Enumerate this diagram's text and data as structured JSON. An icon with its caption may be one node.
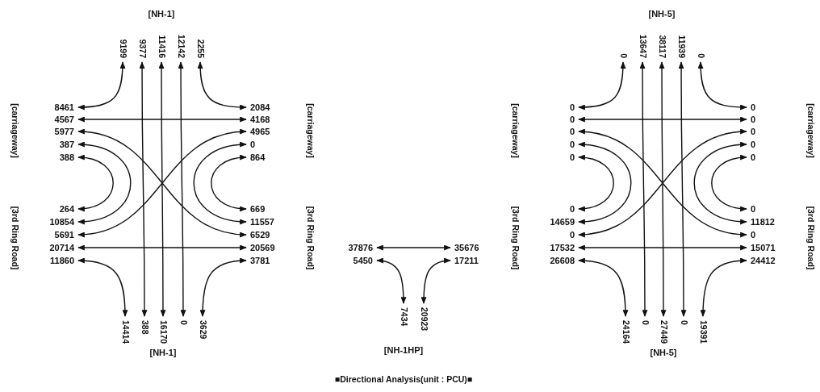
{
  "diagram": {
    "caption": "■Directional Analysis(unit : PCU)■",
    "nodes": [
      {
        "text": [
          "9199"
        ]
      },
      {
        "text": [
          "9377"
        ]
      },
      {
        "text": [
          "11416"
        ]
      },
      {
        "text": [
          "12142"
        ]
      },
      {
        "text": [
          "2255"
        ]
      },
      {
        "text": [
          "8461"
        ]
      },
      {
        "text": [
          "2084"
        ]
      },
      {
        "text": [
          "4567"
        ]
      },
      {
        "text": [
          "4168"
        ]
      },
      {
        "text": [
          "5977"
        ]
      },
      {
        "text": [
          "4965"
        ]
      },
      {
        "text": [
          "387"
        ]
      },
      {
        "text": [
          "0"
        ]
      },
      {
        "text": [
          "388"
        ]
      },
      {
        "text": [
          "864"
        ]
      },
      {
        "text": [
          "264"
        ]
      },
      {
        "text": [
          "669"
        ]
      },
      {
        "text": [
          "10854"
        ]
      },
      {
        "text": [
          "11557"
        ]
      },
      {
        "text": [
          "5691"
        ]
      },
      {
        "text": [
          "6529"
        ]
      },
      {
        "text": [
          "20714"
        ]
      },
      {
        "text": [
          "20569"
        ]
      },
      {
        "text": [
          "11860"
        ]
      },
      {
        "text": [
          "3781"
        ]
      },
      {
        "text": [
          "14414"
        ]
      },
      {
        "text": [
          "388"
        ]
      },
      {
        "text": [
          "16170"
        ]
      },
      {
        "text": [
          "0"
        ]
      },
      {
        "text": [
          "3629"
        ]
      },
      {
        "text": [
          "37876"
        ]
      },
      {
        "text": [
          "35676"
        ]
      },
      {
        "text": [
          "5450"
        ]
      },
      {
        "text": [
          "17211"
        ]
      },
      {
        "text": [
          "7434"
        ]
      },
      {
        "text": [
          "20923"
        ]
      },
      {
        "text": [
          "0"
        ]
      },
      {
        "text": [
          "13647"
        ]
      },
      {
        "text": [
          "38117"
        ]
      },
      {
        "text": [
          "11939"
        ]
      },
      {
        "text": [
          "0"
        ]
      },
      {
        "text": [
          "0"
        ]
      },
      {
        "text": [
          "0"
        ]
      },
      {
        "text": [
          "0"
        ]
      },
      {
        "text": [
          "0"
        ]
      },
      {
        "text": [
          "0"
        ]
      },
      {
        "text": [
          "0"
        ]
      },
      {
        "text": [
          "0"
        ]
      },
      {
        "text": [
          "0"
        ]
      },
      {
        "text": [
          "0"
        ]
      },
      {
        "text": [
          "0"
        ]
      },
      {
        "text": [
          "0"
        ]
      },
      {
        "text": [
          "0"
        ]
      },
      {
        "text": [
          "14659"
        ]
      },
      {
        "text": [
          "11812"
        ]
      },
      {
        "text": [
          "0"
        ]
      },
      {
        "text": [
          "0"
        ]
      },
      {
        "text": [
          "17532"
        ]
      },
      {
        "text": [
          "15071"
        ]
      },
      {
        "text": [
          "26608"
        ]
      },
      {
        "text": [
          "24412"
        ]
      },
      {
        "text": [
          "24164"
        ]
      },
      {
        "text": [
          "0"
        ]
      },
      {
        "text": [
          "27449"
        ]
      },
      {
        "text": [
          "0"
        ]
      },
      {
        "text": [
          "19391"
        ]
      }
    ],
    "edges": [
      {
        "from": 0,
        "to": 5,
        "arrow": "both"
      },
      {
        "from": 1,
        "to": 26,
        "arrow": "both"
      },
      {
        "from": 2,
        "to": 27,
        "arrow": "both"
      },
      {
        "from": 3,
        "to": 28,
        "arrow": "both"
      },
      {
        "from": 4,
        "to": 6,
        "arrow": "both"
      },
      {
        "from": 7,
        "to": 8,
        "arrow": "both"
      },
      {
        "from": 9,
        "to": 20,
        "arrow": "both"
      },
      {
        "from": 10,
        "to": 19,
        "arrow": "both"
      },
      {
        "from": 11,
        "to": 17,
        "arrow": "both"
      },
      {
        "from": 12,
        "to": 18,
        "arrow": "both"
      },
      {
        "from": 13,
        "to": 15,
        "arrow": "both"
      },
      {
        "from": 14,
        "to": 16,
        "arrow": "both"
      },
      {
        "from": 21,
        "to": 22,
        "arrow": "both"
      },
      {
        "from": 23,
        "to": 25,
        "arrow": "both"
      },
      {
        "from": 24,
        "to": 29,
        "arrow": "both"
      },
      {
        "from": 30,
        "to": 31,
        "arrow": "both"
      },
      {
        "from": 32,
        "to": 34,
        "arrow": "both"
      },
      {
        "from": 33,
        "to": 35,
        "arrow": "both"
      },
      {
        "from": 36,
        "to": 41,
        "arrow": "both"
      },
      {
        "from": 37,
        "to": 62,
        "arrow": "both"
      },
      {
        "from": 38,
        "to": 63,
        "arrow": "both"
      },
      {
        "from": 39,
        "to": 64,
        "arrow": "both"
      },
      {
        "from": 40,
        "to": 42,
        "arrow": "both"
      },
      {
        "from": 43,
        "to": 44,
        "arrow": "both"
      },
      {
        "from": 45,
        "to": 56,
        "arrow": "both"
      },
      {
        "from": 46,
        "to": 55,
        "arrow": "both"
      },
      {
        "from": 47,
        "to": 53,
        "arrow": "both"
      },
      {
        "from": 48,
        "to": 54,
        "arrow": "both"
      },
      {
        "from": 49,
        "to": 51,
        "arrow": "both"
      },
      {
        "from": 50,
        "to": 52,
        "arrow": "both"
      },
      {
        "from": 57,
        "to": 58,
        "arrow": "both"
      },
      {
        "from": 59,
        "to": 61,
        "arrow": "both"
      },
      {
        "from": 60,
        "to": 65,
        "arrow": "both"
      }
    ],
    "labels": [
      "[NH-1]",
      "[NH-5]",
      "[carriageway]",
      "[carriageway]",
      "[carriageway]",
      "[carriageway]",
      "[3rd Ring Road]",
      "[3rd Ring Road]",
      "[3rd Ring Road]",
      "[3rd Ring Road]",
      "[NH-1]",
      "[NH-1HP]",
      "[NH-5]"
    ]
  }
}
